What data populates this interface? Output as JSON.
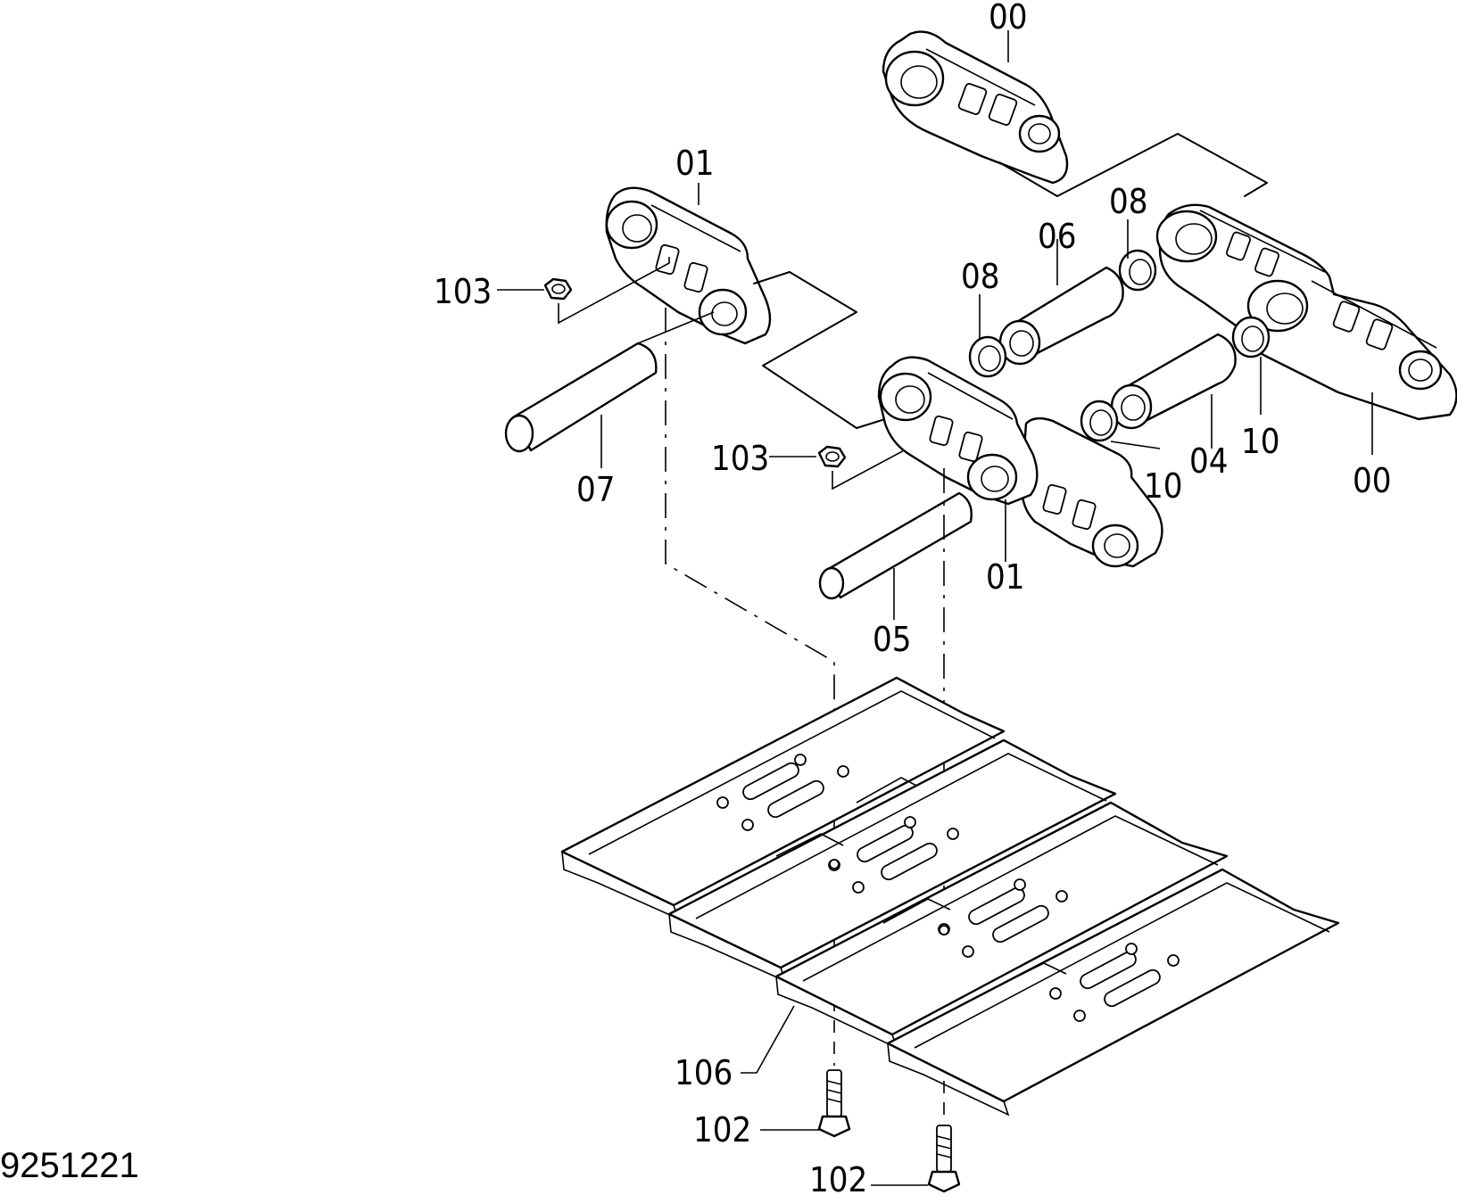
{
  "drawing_number": "9251221",
  "callouts": {
    "link_top_right": "00",
    "link_bottom_right": "00",
    "link_left": "01",
    "link_center": "01",
    "nut_left": "103",
    "nut_center": "103",
    "pin_left": "07",
    "pin_center": "05",
    "bushing_upper": "06",
    "bushing_lower": "04",
    "seal_upper_left": "08",
    "seal_upper_right": "08",
    "seal_lower_left": "10",
    "seal_lower_right": "10",
    "shoe": "106",
    "bolt_left": "102",
    "bolt_right": "102"
  }
}
